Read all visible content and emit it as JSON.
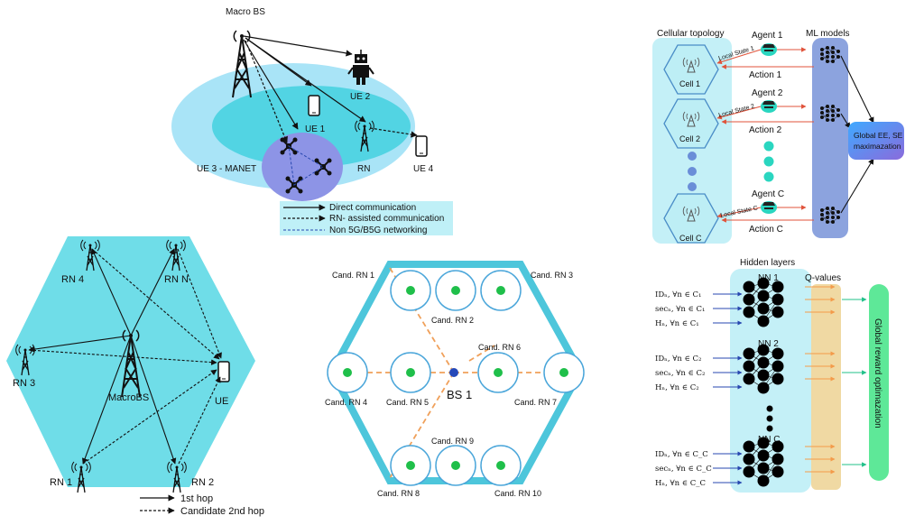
{
  "colors": {
    "cyan_light": "#a9e4f7",
    "cyan": "#52d4e3",
    "cell_bg": "#6fdde8",
    "hex_outline": "#4dc6db",
    "purple": "#8d94e6",
    "ml_col": "#8ca3de",
    "q_col": "#f0d9a3",
    "reward_green": "#5ee898",
    "teal_dot": "#2ad6c0",
    "node_green": "#1fbf4a",
    "dash_orange": "#f0a05a",
    "cand_ring": "#4aa6da",
    "global_box_from": "#3fa9ff",
    "global_box_to": "#8a6bdc"
  },
  "panel_a": {
    "macro_bs": "Macro BS",
    "ue1": "UE 1",
    "ue2": "UE 2",
    "ue3": "UE 3 - MANET",
    "rn": "RN",
    "ue4": "UE 4",
    "legend": [
      "Direct communication",
      "RN- assisted communication",
      "Non 5G/B5G networking"
    ]
  },
  "panel_b": {
    "rn4": "RN 4",
    "rnn": "RN N",
    "rn3": "RN 3",
    "macrobs": "MacroBS",
    "ue": "UE",
    "rn1": "RN 1",
    "rn2": "RN 2",
    "legend": [
      "1st hop",
      "Candidate 2nd hop"
    ]
  },
  "panel_c": {
    "bs": "BS 1",
    "labels": [
      "Cand.  RN 1",
      "Cand.  RN 2",
      "Cand.  RN 3",
      "Cand.  RN 4",
      "Cand.  RN 5",
      "Cand.  RN 6",
      "Cand.  RN 7",
      "Cand.  RN 8",
      "Cand.  RN 9",
      "Cand.  RN 10"
    ]
  },
  "panel_d": {
    "cellular_topology": "Cellular topology",
    "ml_models": "ML models",
    "cells": [
      "Cell 1",
      "Cell 2",
      "Cell C"
    ],
    "agents": [
      "Agent 1",
      "Agent 2",
      "Agent C"
    ],
    "actions": [
      "Action 1",
      "Action 2",
      "Action C"
    ],
    "local_states": [
      "Local State 1",
      "Local State 2",
      "Local State C"
    ],
    "global_box": [
      "Global EE, SE",
      "maximazation"
    ]
  },
  "panel_e": {
    "hidden_layers": "Hidden layers",
    "q_values": "Q-values",
    "nns": [
      "NN 1",
      "NN 2",
      "NN C"
    ],
    "inputs": [
      [
        "IDₙ, ∀n ∈ C₁",
        "secₙ, ∀n ∈ C₁",
        "Hₙ, ∀n ∈ C₁"
      ],
      [
        "IDₙ, ∀n ∈ C₂",
        "secₙ, ∀n ∈ C₂",
        "Hₙ, ∀n ∈ C₂"
      ],
      [
        "IDₙ, ∀n ∈ C_C",
        "secₙ, ∀n ∈ C_C",
        "Hₙ, ∀n ∈ C_C"
      ]
    ],
    "global_reward": "Global reward optimazation"
  }
}
